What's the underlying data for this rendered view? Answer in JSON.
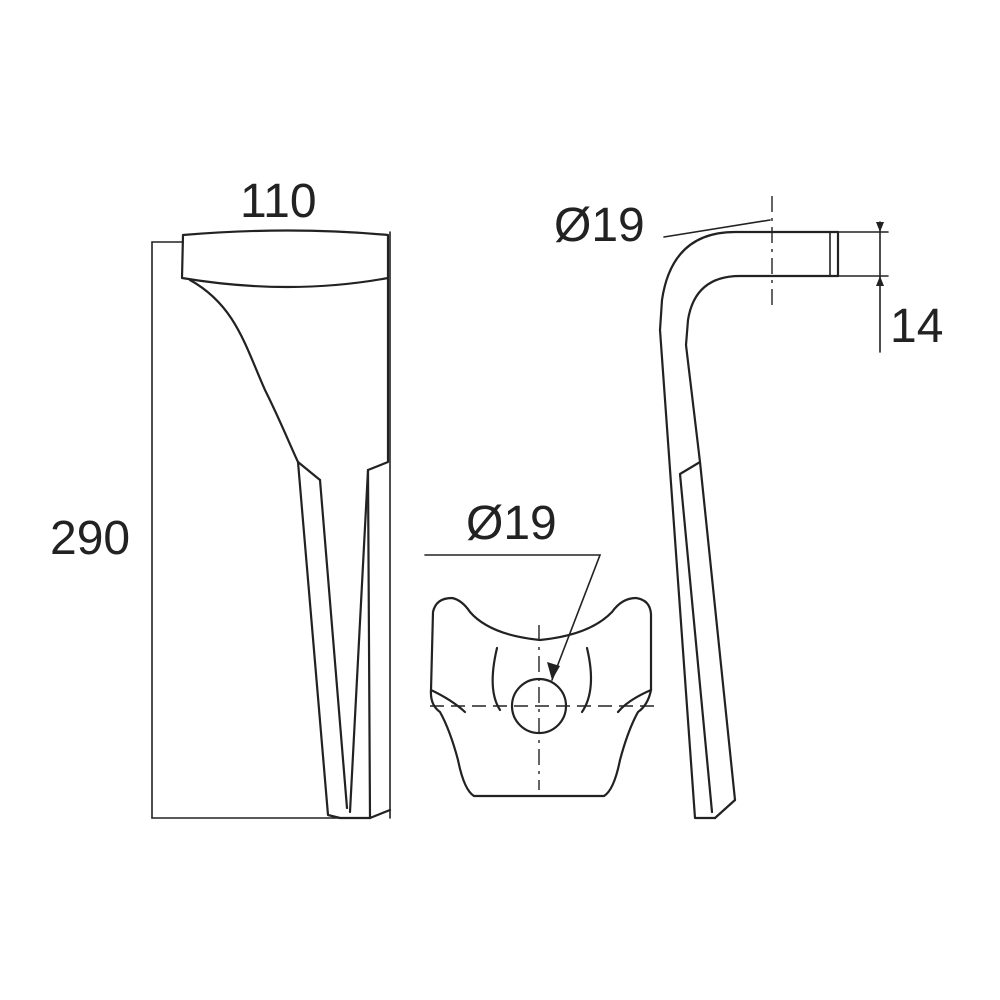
{
  "dimensions": {
    "blade_width": "110",
    "blade_height": "290",
    "bolt_hole_top": "Ø19",
    "bolt_hole_front": "Ø19",
    "thickness": "14"
  },
  "colors": {
    "line": "#222222",
    "background": "#ffffff"
  }
}
